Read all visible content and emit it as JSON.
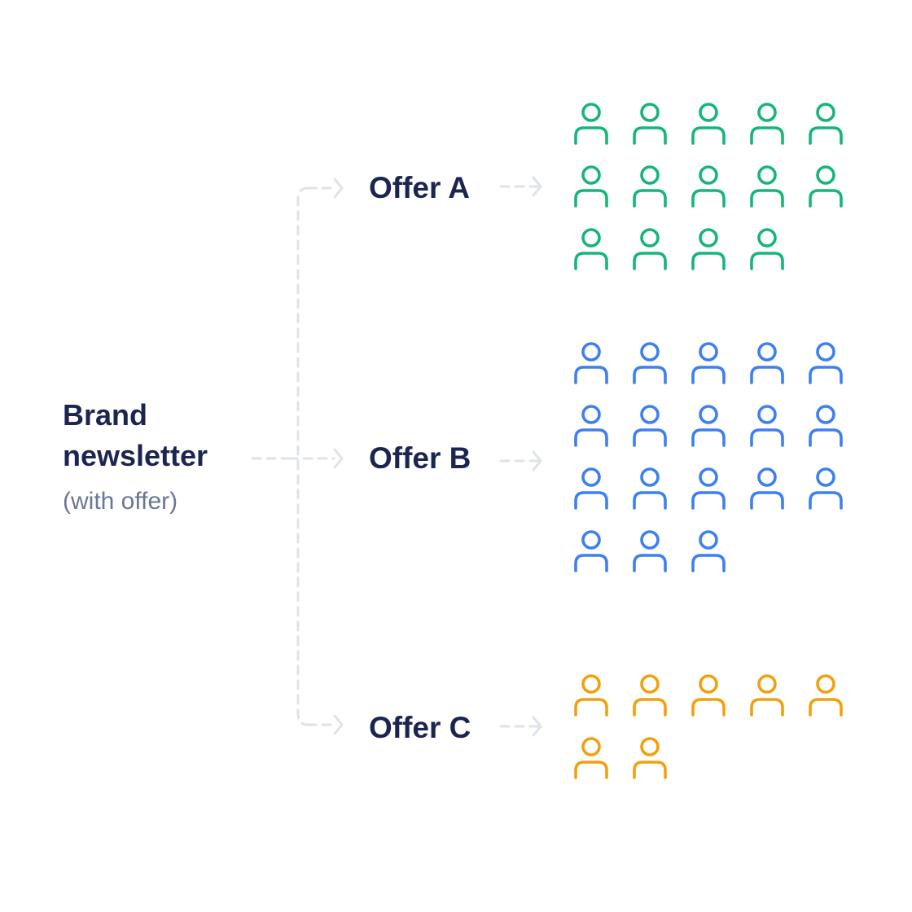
{
  "source": {
    "title_line1": "Brand",
    "title_line2": "newsletter",
    "subtitle": "(with offer)"
  },
  "offers": [
    {
      "label": "Offer A",
      "count": 14,
      "color": "#17b57a"
    },
    {
      "label": "Offer B",
      "count": 18,
      "color": "#3d80f0"
    },
    {
      "label": "Offer C",
      "count": 7,
      "color": "#f2a10e"
    }
  ],
  "icons": {
    "person": "person-icon",
    "arrow": "dashed-arrow-icon"
  },
  "connector_color": "#dfe3ea"
}
